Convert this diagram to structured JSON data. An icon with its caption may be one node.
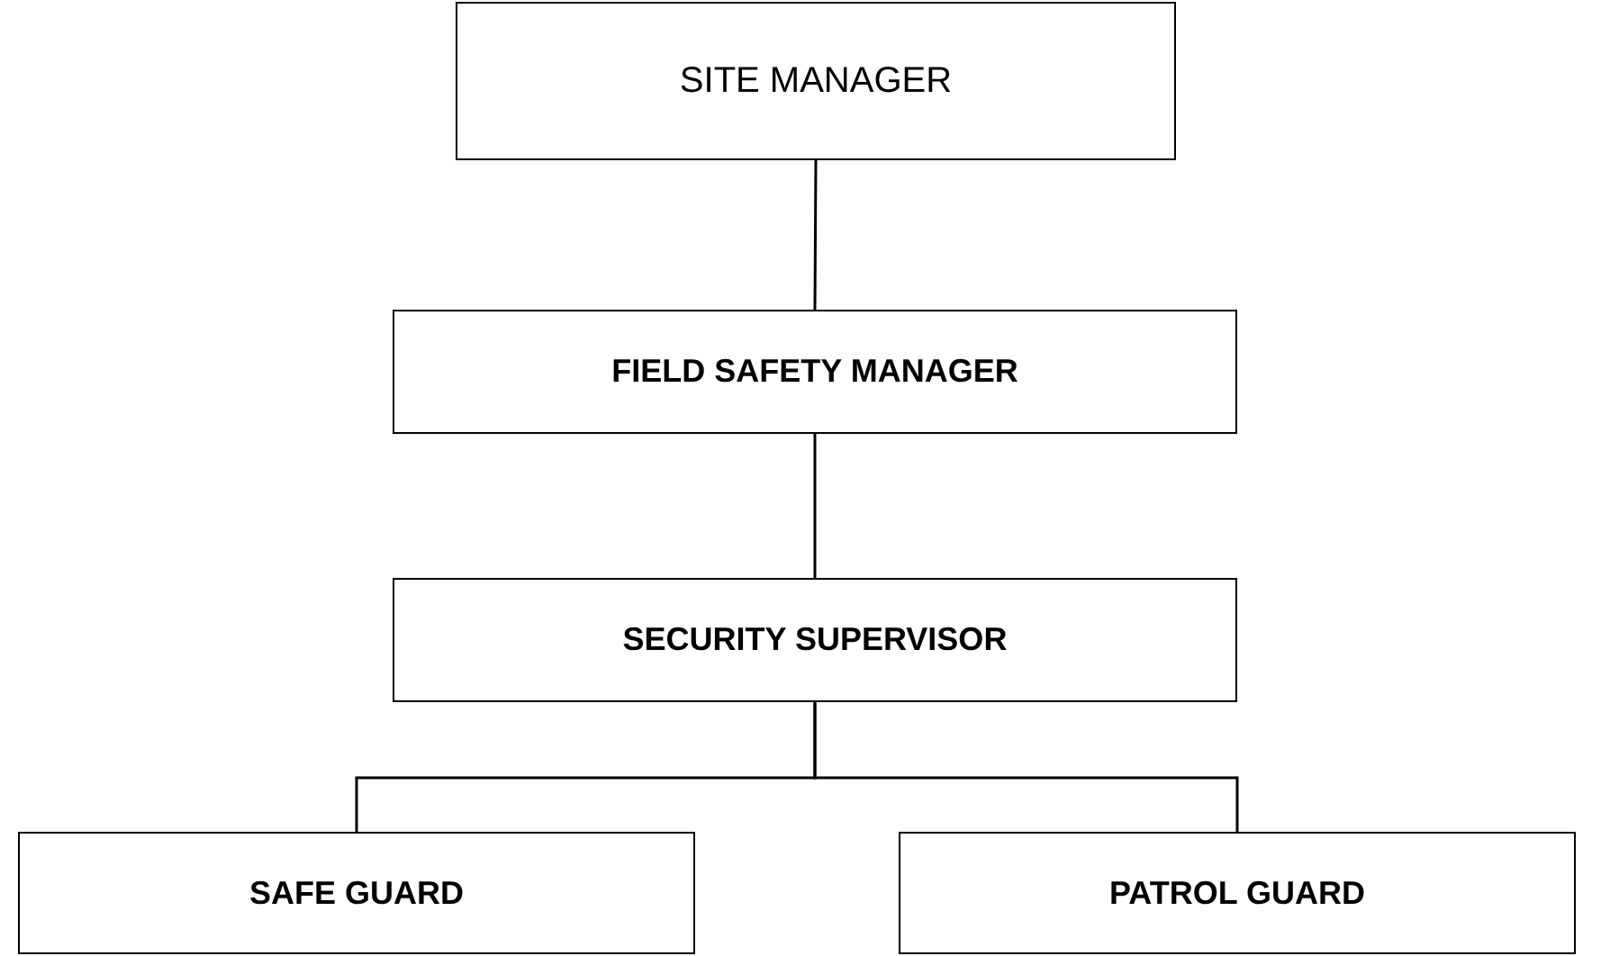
{
  "diagram": {
    "nodes": [
      {
        "text": [
          "SITE MANAGER"
        ]
      },
      {
        "text": [
          "FIELD SAFETY MANAGER"
        ]
      },
      {
        "text": [
          "SECURITY SUPERVISOR"
        ]
      },
      {
        "text": [
          "SAFE GUARD"
        ]
      },
      {
        "text": [
          "PATROL GUARD"
        ]
      }
    ],
    "edges": [
      {
        "from": 0,
        "to": 1,
        "arrow": "none"
      },
      {
        "from": 1,
        "to": 2,
        "arrow": "none"
      },
      {
        "from": 2,
        "to": 3,
        "arrow": "none"
      },
      {
        "from": 2,
        "to": 4,
        "arrow": "none"
      }
    ]
  }
}
